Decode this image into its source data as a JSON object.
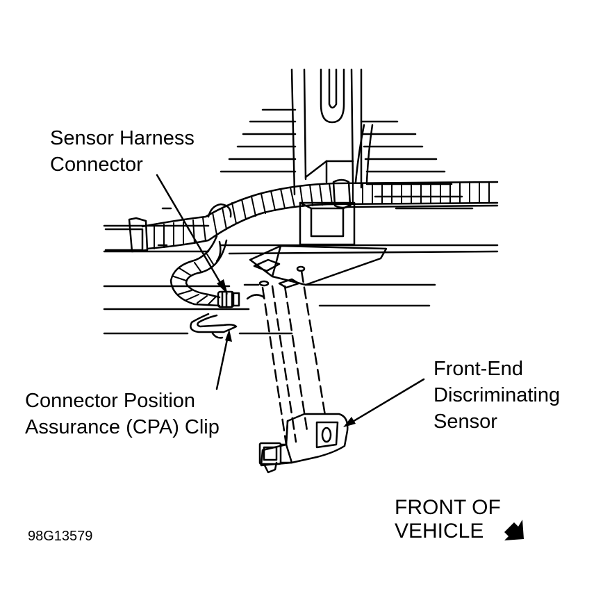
{
  "labels": {
    "sensor_harness_connector": [
      "Sensor Harness",
      "Connector"
    ],
    "cpa_clip": [
      "Connector Position",
      "Assurance (CPA) Clip"
    ],
    "front_end_sensor": [
      "Front-End",
      "Discriminating",
      "Sensor"
    ],
    "front_of_vehicle": [
      "FRONT OF",
      "VEHICLE"
    ],
    "figure_id": "98G13579"
  },
  "colors": {
    "ink": "#000000",
    "paper": "#ffffff"
  }
}
